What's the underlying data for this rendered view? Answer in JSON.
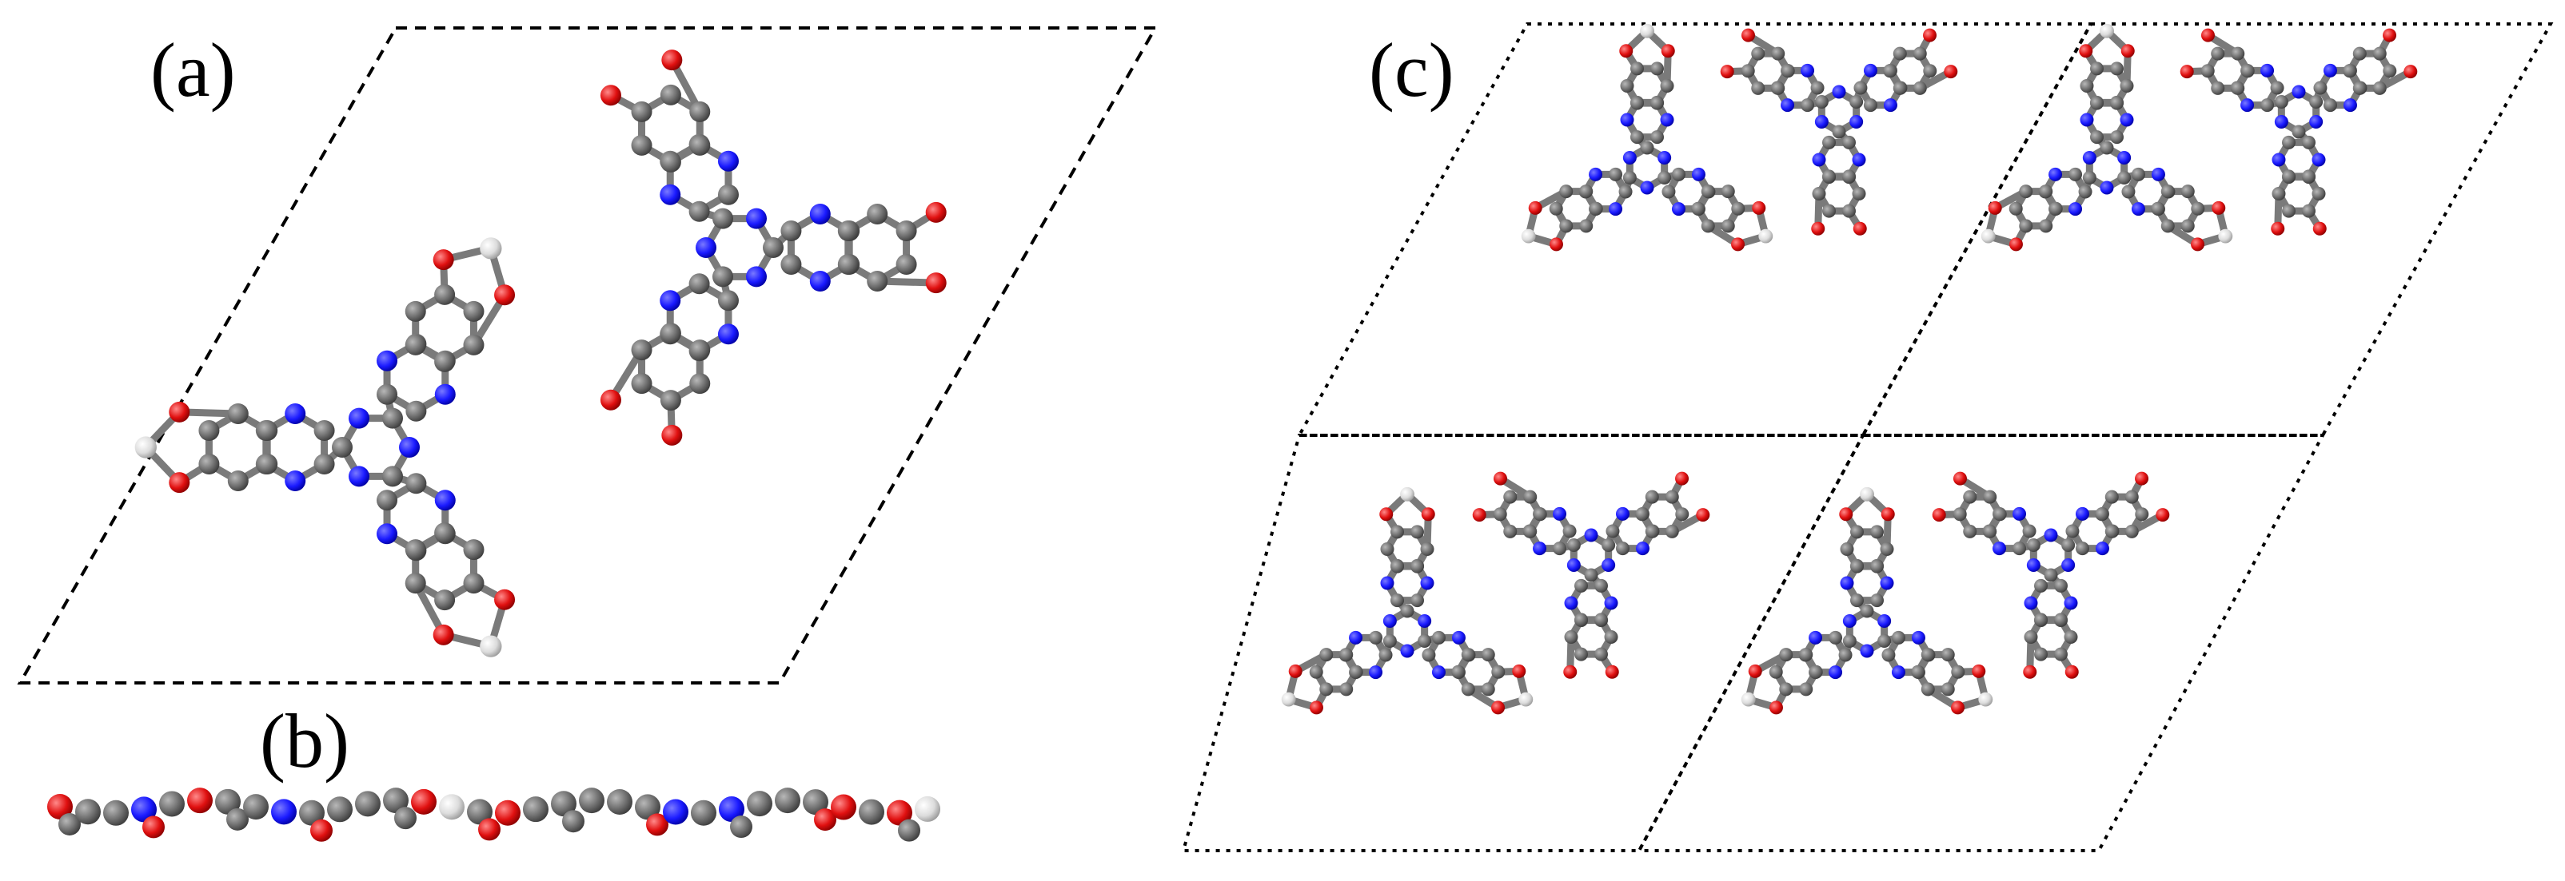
{
  "figure": {
    "labels": {
      "a": "(a)",
      "b": "(b)",
      "c": "(c)"
    },
    "colors": {
      "carbon": "#6e6e6e",
      "nitrogen": "#1a1aff",
      "oxygen": "#e01010",
      "metal": "#d8d8d8",
      "bond": "#7a7a7a",
      "cell_line": "#000000"
    }
  }
}
